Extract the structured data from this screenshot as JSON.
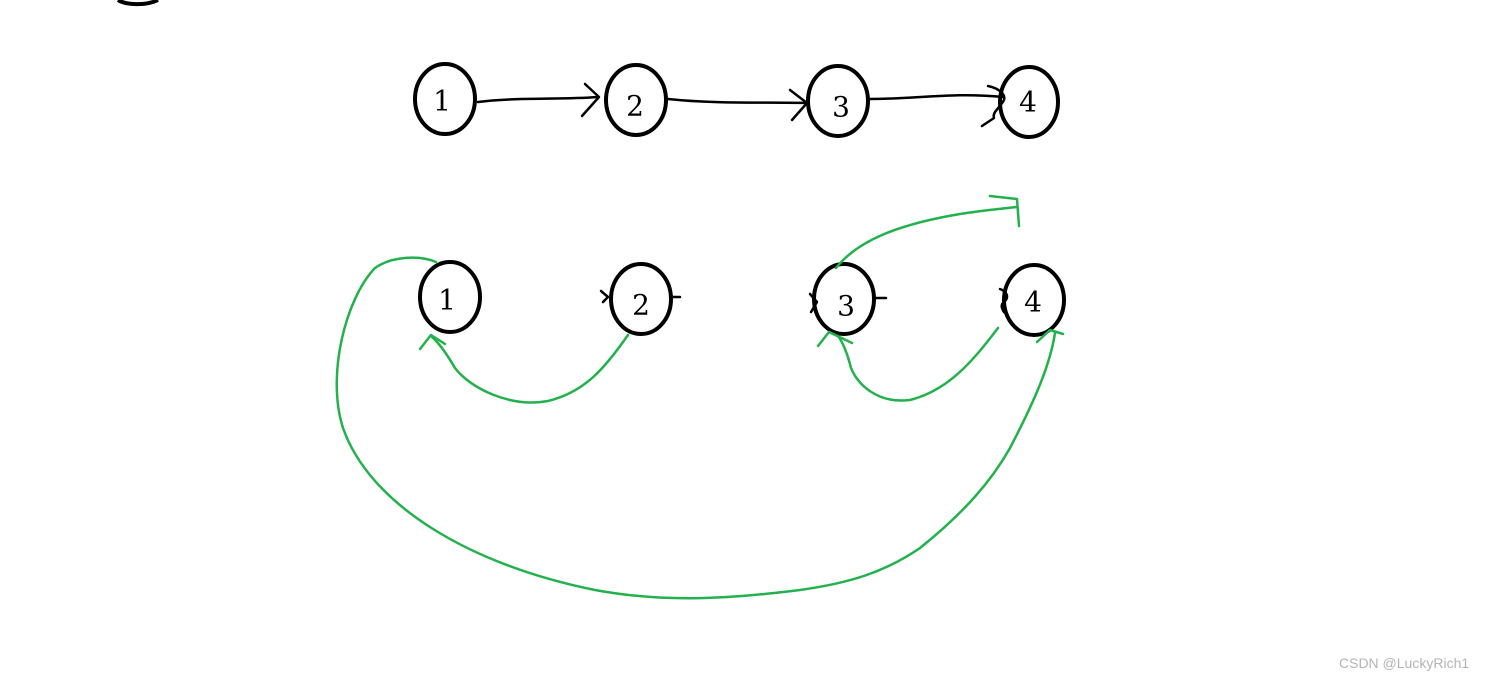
{
  "colors": {
    "ink": "#000000",
    "green": "#22b14c",
    "watermark": "#b4b4b4",
    "background": "#ffffff"
  },
  "top_row": {
    "nodes": [
      {
        "label": "1"
      },
      {
        "label": "2"
      },
      {
        "label": "3"
      },
      {
        "label": "4"
      }
    ]
  },
  "bottom_row": {
    "nodes": [
      {
        "label": "1"
      },
      {
        "label": "2"
      },
      {
        "label": "3"
      },
      {
        "label": "4"
      }
    ]
  },
  "watermark": "CSDN @LuckyRich1"
}
